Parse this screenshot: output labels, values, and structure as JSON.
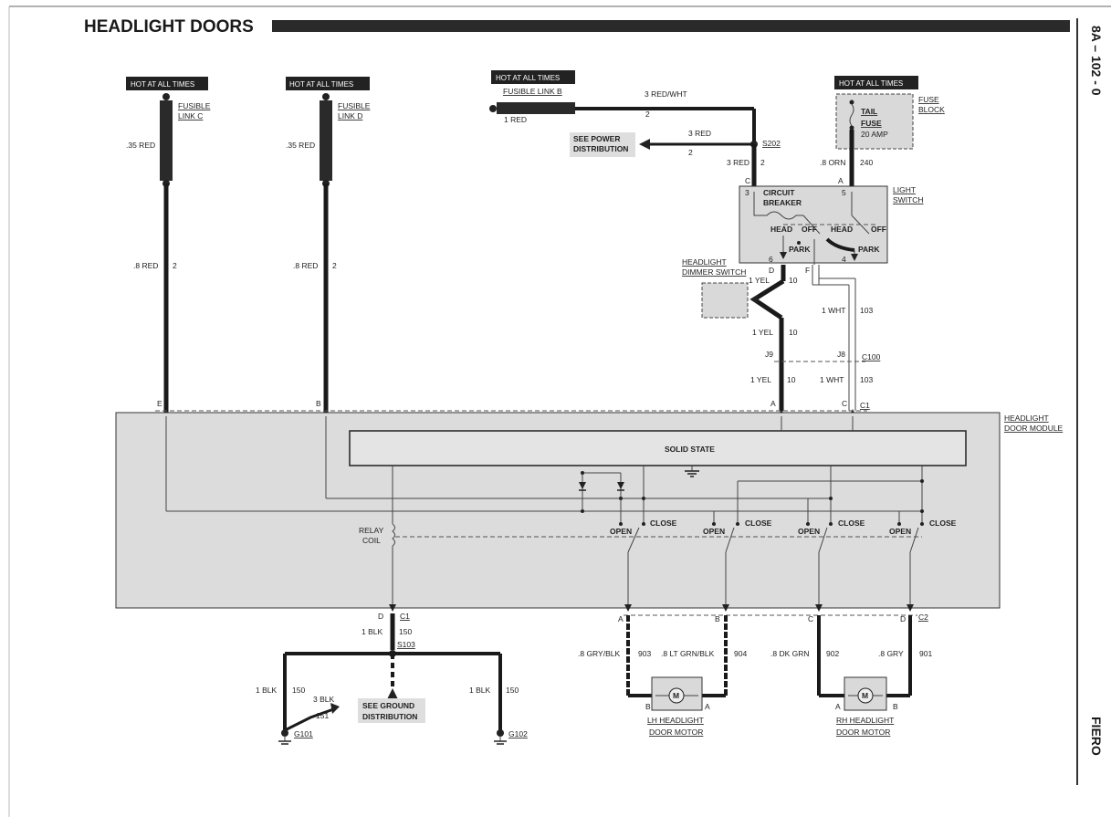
{
  "page": {
    "title": "HEADLIGHT DOORS",
    "page_number": "8A – 102 - 0",
    "side_label": "FIERO"
  },
  "sources": {
    "hot_c": "HOT AT ALL TIMES",
    "hot_d": "HOT AT ALL TIMES",
    "hot_b": "HOT AT ALL TIMES",
    "hot_fuse": "HOT AT ALL TIMES",
    "fusible_link_c_1": "FUSIBLE",
    "fusible_link_c_2": "LINK C",
    "fusible_link_d_1": "FUSIBLE",
    "fusible_link_d_2": "LINK D",
    "fusible_link_b": "FUSIBLE LINK B",
    "fuse_block_1": "FUSE",
    "fuse_block_2": "BLOCK",
    "tail": "TAIL",
    "fuse": "FUSE",
    "fuse_rating": "20 AMP"
  },
  "wires": {
    "w35red_c": ".35 RED",
    "w35red_d": ".35 RED",
    "w8red_c": ".8 RED",
    "w8red_d": ".8 RED",
    "circ2": "2",
    "w1red": "1 RED",
    "w3redwht": "3 RED/WHT",
    "w3red": "3 RED",
    "w8orn": ".8 ORN",
    "circ240": "240",
    "w1yel": "1 YEL",
    "circ10": "10",
    "w1wht": "1 WHT",
    "circ103": "103",
    "w1blk": "1 BLK",
    "circ150": "150",
    "w3blk": "3 BLK",
    "circ151": "151",
    "w8grayblk": ".8 GRY/BLK",
    "circ903": "903",
    "w8ltgrnblk": ".8 LT GRN/BLK",
    "circ904": "904",
    "w8dkgrn": ".8 DK GRN",
    "circ902": "902",
    "w8gry": ".8 GRY",
    "circ901": "901"
  },
  "components": {
    "see_power_1": "SEE POWER",
    "see_power_2": "DISTRIBUTION",
    "s202": "S202",
    "light_switch_1": "LIGHT",
    "light_switch_2": "SWITCH",
    "circuit_1": "CIRCUIT",
    "circuit_2": "BREAKER",
    "head": "HEAD",
    "off": "OFF",
    "park": "PARK",
    "dimmer_1": "HEADLIGHT",
    "dimmer_2": "DIMMER SWITCH",
    "j9": "J9",
    "j8": "J8",
    "c100": "C100",
    "module_1": "HEADLIGHT",
    "module_2": "DOOR MODULE",
    "solid_state": "SOLID STATE",
    "relay_1": "RELAY",
    "relay_2": "COIL",
    "open": "OPEN",
    "close": "CLOSE",
    "c1": "C1",
    "c2": "C2",
    "s103": "S103",
    "see_ground_1": "SEE GROUND",
    "see_ground_2": "DISTRIBUTION",
    "g101": "G101",
    "g102": "G102",
    "lh_motor_1": "LH HEADLIGHT",
    "lh_motor_2": "DOOR MOTOR",
    "rh_motor_1": "RH HEADLIGHT",
    "rh_motor_2": "DOOR MOTOR",
    "m": "M"
  },
  "pins": {
    "a": "A",
    "b": "B",
    "c": "C",
    "d": "D",
    "e": "E",
    "f": "F",
    "p3": "3",
    "p5": "5",
    "p6": "6",
    "p4": "4"
  }
}
